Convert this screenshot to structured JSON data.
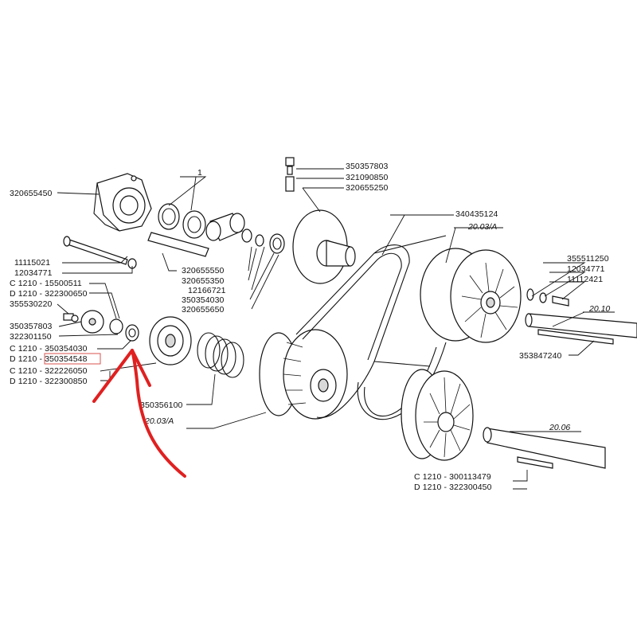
{
  "diagram": {
    "labels": {
      "p320655450": "320655450",
      "p1": "1",
      "p350357803_top": "350357803",
      "p321090850": "321090850",
      "p320655250": "320655250",
      "p340435124": "340435124",
      "p2003a_top": "20.03/A",
      "p11115021": "11115021",
      "p12034771_left": "12034771",
      "p320655550": "320655550",
      "p320655350": "320655350",
      "p12166721": "12166721",
      "p350354030_mid": "350354030",
      "p320655650": "320655650",
      "c1210_15500511": "C 1210 - 15500511",
      "d1210_322300650": "D 1210 - 322300650",
      "p355530220": "355530220",
      "p350357803_left": "350357803",
      "p322301150": "322301150",
      "c1210_350354030": "C 1210 - 350354030",
      "d1210_350354548": "D 1210 - 350354548",
      "c1210_322226050": "C 1210 - 322226050",
      "d1210_322300850": "D 1210 - 322300850",
      "p350356100": "350356100",
      "p2003a_bottom": "20.03/A",
      "p355511250": "355511250",
      "p12034771_right": "12034771",
      "p11112421": "11112421",
      "p2010": "20.10",
      "p353847240": "353847240",
      "p2006": "20.06",
      "c1210_300113479": "C 1210 - 300113479",
      "d1210_322300450": "D 1210 - 322300450"
    },
    "highlight_color": "#d9534f",
    "arrow_color": "#e02020"
  }
}
